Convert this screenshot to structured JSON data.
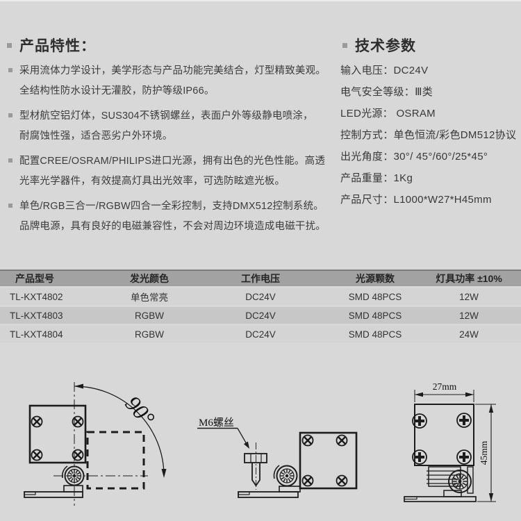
{
  "page": {
    "features_title": "产品特性：",
    "params_title": "技术参数"
  },
  "features": {
    "items": [
      {
        "lines": [
          "采用流体力学设计，美学形态与产品功能完美结合，灯型精致美观。",
          "全结构性防水设计无灌胶，防护等级IP66。"
        ]
      },
      {
        "lines": [
          "型材航空铝灯体，SUS304不锈钢螺丝，表面户外等级静电喷涂，",
          "耐腐蚀性强，适合恶劣户外环境。"
        ]
      },
      {
        "lines": [
          "配置CREE/OSRAM/PHILIPS进口光源，拥有出色的光色性能。高透",
          "光率光学器件，有效提高灯具出光效率，可选防眩遮光板。"
        ]
      },
      {
        "lines": [
          "单色/RGB三合一/RGBW四合一全彩控制，支持DMX512控制系统。",
          "品牌电源，具有良好的电磁兼容性，不会对周边环境造成电磁干扰。"
        ]
      }
    ]
  },
  "params": {
    "rows": [
      {
        "label": "输入电压：",
        "value": "DC24V"
      },
      {
        "label": "电气安全等级：",
        "value": "Ⅲ类"
      },
      {
        "label": "LED光源：",
        "value": " OSRAM"
      },
      {
        "label": "控制方式：",
        "value": "单色恒流/彩色DM512协议"
      },
      {
        "label": "出光角度：",
        "value": "30°/ 45°/60°/25*45°"
      },
      {
        "label": "产品重量：",
        "value": "1Kg"
      },
      {
        "label": "产品尺寸：",
        "value": "L1000*W27*H45mm"
      }
    ]
  },
  "spec_table": {
    "headers": [
      "产品型号",
      "发光颜色",
      "工作电压",
      "光源颗数",
      "灯具功率 ±10%"
    ],
    "rows": [
      [
        "TL-KXT4802",
        "单色常亮",
        "DC24V",
        "SMD 48PCS",
        "12W"
      ],
      [
        "TL-KXT4803",
        "RGBW",
        "DC24V",
        "SMD 48PCS",
        "12W"
      ],
      [
        "TL-KXT4804",
        "RGBW",
        "DC24V",
        "SMD 48PCS",
        "24W"
      ]
    ]
  },
  "diagrams": {
    "rotation_label": "90°",
    "screw_label": "M6螺丝",
    "width_label": "27mm",
    "height_label": "45mm"
  },
  "colors": {
    "background": "#d8d8d8",
    "text": "#3a3a3a",
    "table_header_bg": "#a2a2a2",
    "table_row_bg": "#d4d4d4",
    "table_row_alt_bg": "#c7c7c7",
    "drawing_line": "#1c1c1c",
    "bullet": "#9a9a9a"
  }
}
